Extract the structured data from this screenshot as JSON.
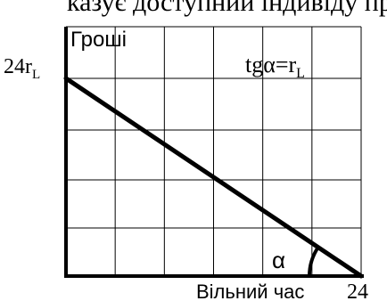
{
  "header_fragment": "казує доступний індивіду пр",
  "chart_data": {
    "type": "line",
    "ylabel": "Гроші",
    "xlabel": "Вільний час",
    "y_intercept": {
      "main": "24r",
      "sub": "L"
    },
    "x_intercept": "24",
    "annotation": {
      "lhs": "tgα=r",
      "sub": "L"
    },
    "angle_label": "α",
    "grid": true,
    "series": [
      {
        "x": [
          0,
          24
        ],
        "y": [
          24,
          0
        ]
      }
    ],
    "xlim": [
      0,
      24
    ],
    "ylim": [
      0,
      24
    ],
    "colors": {
      "line": "#000000",
      "grid": "#000000",
      "background": "#ffffff"
    }
  }
}
